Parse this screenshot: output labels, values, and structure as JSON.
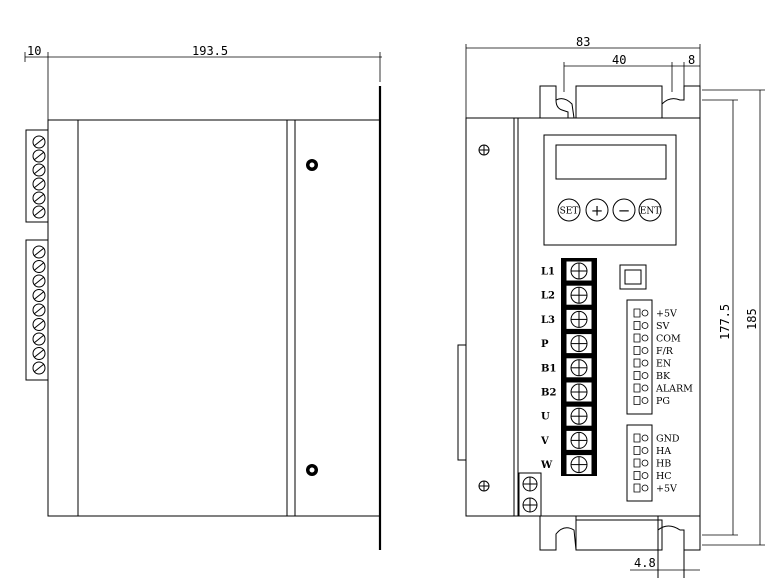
{
  "dimensions": {
    "side_offset": "10",
    "side_length": "193.5",
    "front_width": "83",
    "front_slot_spacing": "40",
    "front_slot_edge": "8",
    "front_mount_height": "177.5",
    "front_total_height": "185",
    "front_slot_width": "4.8"
  },
  "panel": {
    "buttons": [
      "SET",
      "+",
      "−",
      "ENT"
    ]
  },
  "power_terminals": [
    "L1",
    "L2",
    "L3",
    "P",
    "B1",
    "B2",
    "U",
    "V",
    "W"
  ],
  "control_signals": [
    "+5V",
    "SV",
    "COM",
    "F/R",
    "EN",
    "BK",
    "ALARM",
    "PG"
  ],
  "hall_signals": [
    "GND",
    "HA",
    "HB",
    "HC",
    "+5V"
  ]
}
